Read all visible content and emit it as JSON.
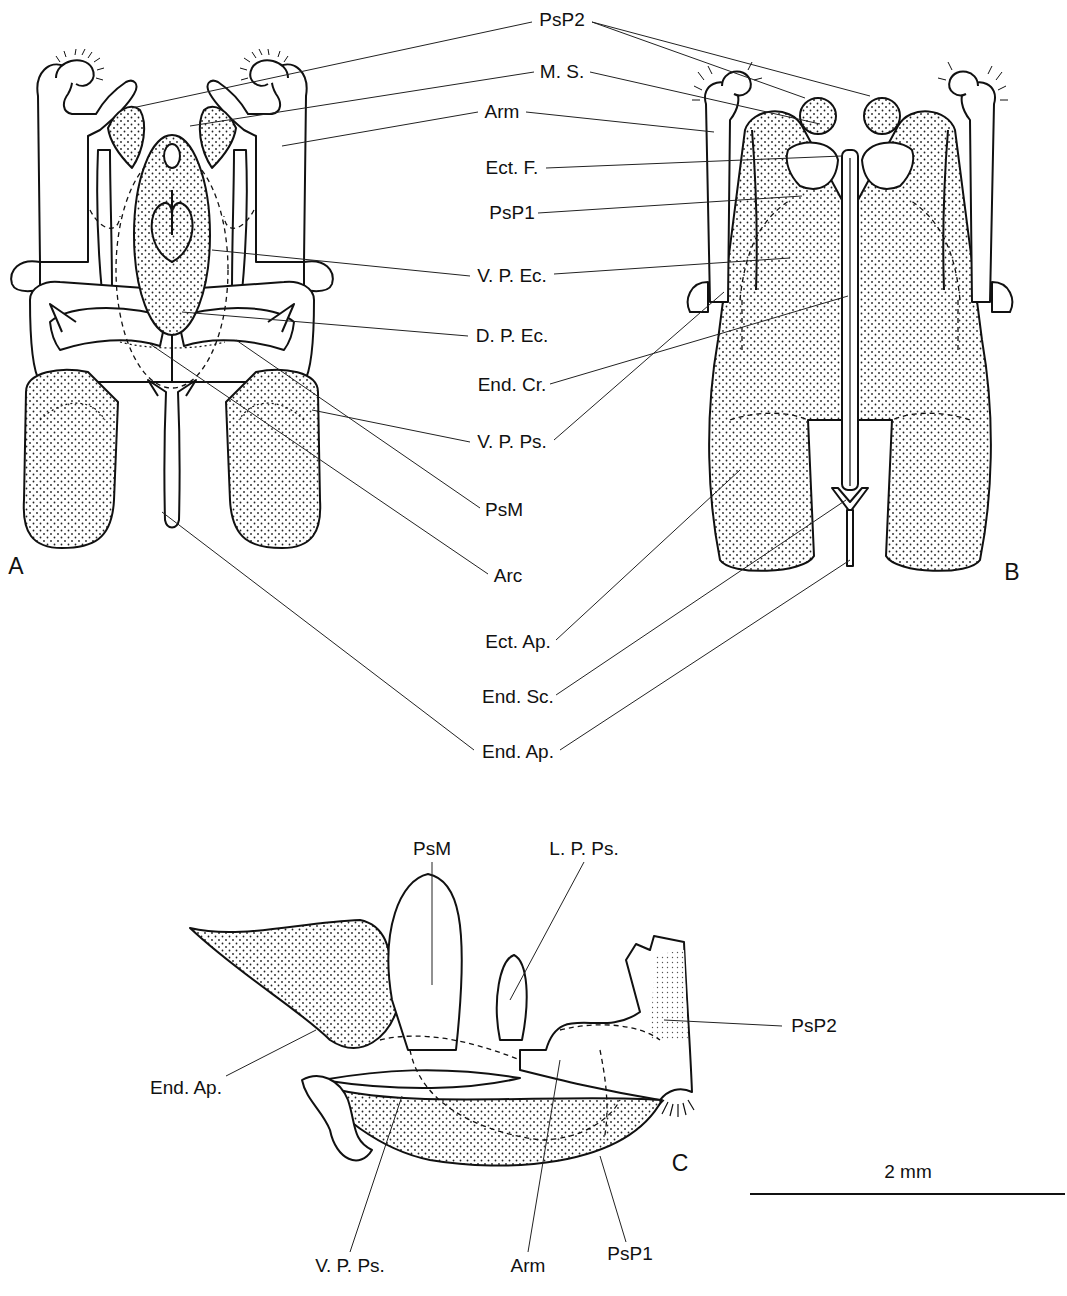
{
  "diagram": {
    "labels": [
      "PsP2",
      "M. S.",
      "Arm",
      "Ect. F.",
      "PsP1",
      "V. P. Ec.",
      "D. P. Ec.",
      "End. Cr.",
      "V. P. Ps.",
      "PsM",
      "Arc",
      "Ect. Ap.",
      "End. Sc.",
      "End. Ap.",
      "A",
      "B",
      "PsM",
      "L. P. Ps.",
      "PsP2",
      "End. Ap.",
      "C",
      "V. P. Ps.",
      "Arm",
      "PsP1",
      "2 mm"
    ]
  }
}
